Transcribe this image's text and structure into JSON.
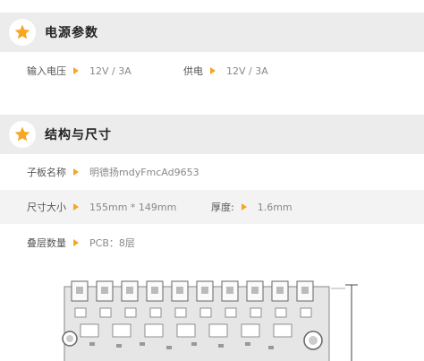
{
  "sections": [
    {
      "title": "电源参数",
      "rows": [
        [
          {
            "label": "输入电压",
            "value": "12V / 3A"
          },
          {
            "label": "供电",
            "value": "12V / 3A"
          }
        ]
      ]
    },
    {
      "title": "结构与尺寸",
      "rows": [
        [
          {
            "label": "子板名称",
            "value": "明德扬mdyFmcAd9653"
          }
        ],
        [
          {
            "label": "尺寸大小",
            "value": "155mm * 149mm"
          },
          {
            "label": "厚度:",
            "value": "1.6mm"
          }
        ],
        [
          {
            "label": "叠层数量",
            "value": "PCB：8层"
          }
        ]
      ]
    }
  ],
  "colors": {
    "accent": "#f5a623",
    "header_bg": "#ececec",
    "row_shade": "#f3f3f3"
  },
  "icons": {
    "section_badge": "star-icon"
  }
}
